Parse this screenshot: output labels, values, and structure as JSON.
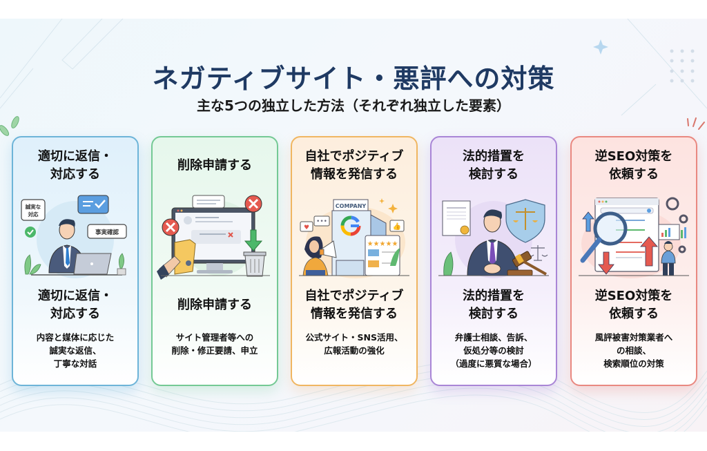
{
  "header": {
    "title": "ネガティブサイト・悪評への対策",
    "subtitle": "主な5つの独立した方法（それぞれ独立した要素）"
  },
  "colors": {
    "title": "#1f3a63",
    "card_blue": "#6db4d8",
    "card_green": "#74c994",
    "card_orange": "#f0b661",
    "card_purple": "#a985d6",
    "card_red": "#e98880"
  },
  "cards": [
    {
      "title_top": "適切に返信・\n対応する",
      "title_bottom": "適切に返信・\n対応する",
      "description": "内容と媒体に応じた\n誠実な返信、\n丁寧な対話",
      "illustration": {
        "name": "businessman-replying-on-laptop",
        "bubble_1": "誠実な\n対応",
        "bubble_2": "事実確認"
      }
    },
    {
      "title_top": "削除申請する",
      "title_bottom": "削除申請する",
      "description": "サイト管理者等への\n削除・修正要請、申立",
      "illustration": {
        "name": "monitor-delete-request-trash"
      }
    },
    {
      "title_top": "自社でポジティブ\n情報を発信する",
      "title_bottom": "自社でポジティブ\n情報を発信する",
      "description": "公式サイト・SNS活用、\n広報活動の強化",
      "illustration": {
        "name": "company-building-megaphone",
        "building_label": "COMPANY",
        "logo_letter": "G"
      }
    },
    {
      "title_top": "法的措置を\n検討する",
      "title_bottom": "法的措置を\n検討する",
      "description": "弁護士相談、告訴、\n仮処分等の検討\n（過度に悪質な場合）",
      "illustration": {
        "name": "lawyer-gavel-scales-shield"
      }
    },
    {
      "title_top": "逆SEO対策を\n依頼する",
      "title_bottom": "逆SEO対策を\n依頼する",
      "description": "風評被害対策業者へ\nの相談、\n検索順位の対策",
      "illustration": {
        "name": "magnifier-search-ranking-arrows"
      }
    }
  ]
}
